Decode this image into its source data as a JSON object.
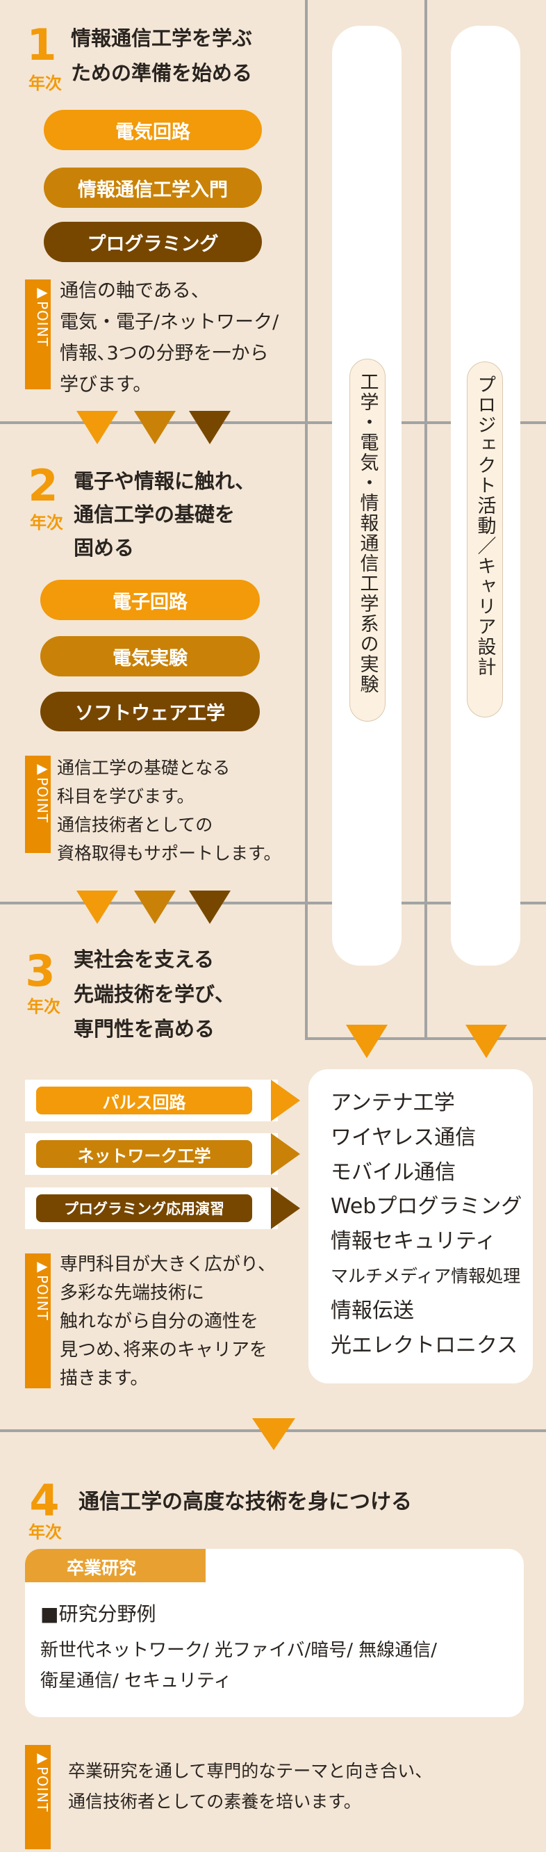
{
  "year_label": "年次",
  "point_label": "▶POINT",
  "years": [
    {
      "num": "1",
      "title": [
        "情報通信工学を学ぶ",
        "ための準備を始める"
      ],
      "courses": [
        "電気回路",
        "情報通信工学入門",
        "プログラミング"
      ],
      "point": "通信の軸である、\n電気・電子/ネットワーク/\n情報､3つの分野を一から\n学びます。"
    },
    {
      "num": "2",
      "title": [
        "電子や情報に触れ、",
        "通信工学の基礎を",
        "固める"
      ],
      "courses": [
        "電子回路",
        "電気実験",
        "ソフトウェア工学"
      ],
      "point": "通信工学の基礎となる\n科目を学びます。\n通信技術者としての\n資格取得もサポートします。"
    },
    {
      "num": "3",
      "title": [
        "実社会を支える",
        "先端技術を学び、",
        "専門性を高める"
      ],
      "courses": [
        "パルス回路",
        "ネットワーク工学",
        "プログラミング応用演習"
      ],
      "point": "専門科目が大きく広がり、\n多彩な先端技術に\n触れながら自分の適性を\n見つめ､将来のキャリアを\n描きます。",
      "subjects": [
        "アンテナ工学",
        "ワイヤレス通信",
        "モバイル通信",
        "Webプログラミング",
        "情報セキュリティ",
        "マルチメディア情報処理",
        "情報伝送",
        "光エレクトロニクス"
      ]
    },
    {
      "num": "4",
      "title": [
        "通信工学の高度な技術を身につける"
      ],
      "research": {
        "tab": "卒業研究",
        "heading": "■研究分野例",
        "fields": [
          "新世代ネットワーク/ 光ファイバ/暗号/ 無線通信/",
          "衛星通信/ セキュリティ"
        ]
      },
      "point": "卒業研究を通して専門的なテーマと向き合い、\n通信技術者としての素養を培います。"
    }
  ],
  "columns": [
    "工学・電気・情報通信工学系の実験",
    "プロジェクト活動／キャリア設計"
  ],
  "colors": {
    "orange": "#f29a0a",
    "mid": "#c98207",
    "dark": "#774700",
    "bg": "#f3e6d6"
  }
}
